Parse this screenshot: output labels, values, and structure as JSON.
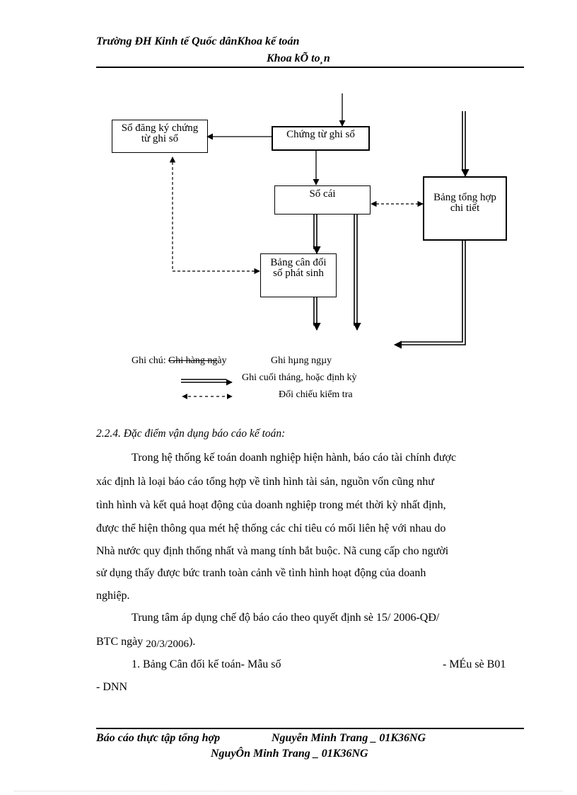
{
  "header": {
    "line1": "Trường ĐH Kinh tế Quốc dânKhoa kế toán",
    "line2": "Khoa kÕ to¸n"
  },
  "diagram": {
    "box_register": [
      "Sổ đăng ký chứng",
      "từ ghi sổ"
    ],
    "box_voucher": "Chứng từ ghi sổ",
    "box_ledger": "Sổ cái",
    "box_summary": [
      "Bảng tổng hợp",
      "chi tiết"
    ],
    "box_balance": [
      "Bảng cân đối",
      "số phát sinh"
    ]
  },
  "legend": {
    "note_label": "Ghi chú: ",
    "daily_struck": "Ghi hàng ng",
    "daily_rest": "ày",
    "daily_garbled": "Ghi hµng ngµy",
    "periodic": "Ghi cuối tháng, hoặc định kỳ",
    "crosscheck": "Đối chiếu kiểm tra"
  },
  "section_heading": "2.2.4. Đặc điểm vận dụng báo cáo kế toán:",
  "paragraphs": {
    "p1_lines": [
      "Trong hệ thống kế toán doanh nghiệp hiện hành, báo cáo tài chính được",
      "xác định là loại báo cáo tổng hợp về tình hình tài sản, nguồn vốn cũng như",
      "tình hình và kết quả hoạt động của doanh nghiệp trong mét thời kỳ nhất định,",
      "được thể hiện thông qua mét hệ thống các chỉ tiêu có mối liên hệ với nhau do",
      "Nhà nước quy định thống nhất và mang tính bắt buộc. Nã cung cấp cho người",
      "sử dụng thấy được bức tranh toàn cảnh về tình hình hoạt động của doanh",
      "nghiệp."
    ],
    "p2_line1": "Trung tâm áp dụng chế độ báo cáo theo quyết định sè 15/ 2006-QĐ/",
    "p2_line2_a": "BTC ngày ",
    "p2_line2_b": "20/3/2006",
    "p2_line2_c": ").",
    "item1_left": "1. Bảng Cân đối kế toán- Mẫu số",
    "item1_right": "- MÉu sè B01",
    "item1_cont": "- DNN"
  },
  "footer": {
    "line1_a": "Báo cáo thực tập tổng hợp",
    "line1_b": "Nguyễn Minh Trang _ 01K36NG",
    "line2": "NguyÔn Minh Trang _ 01K36NG"
  }
}
